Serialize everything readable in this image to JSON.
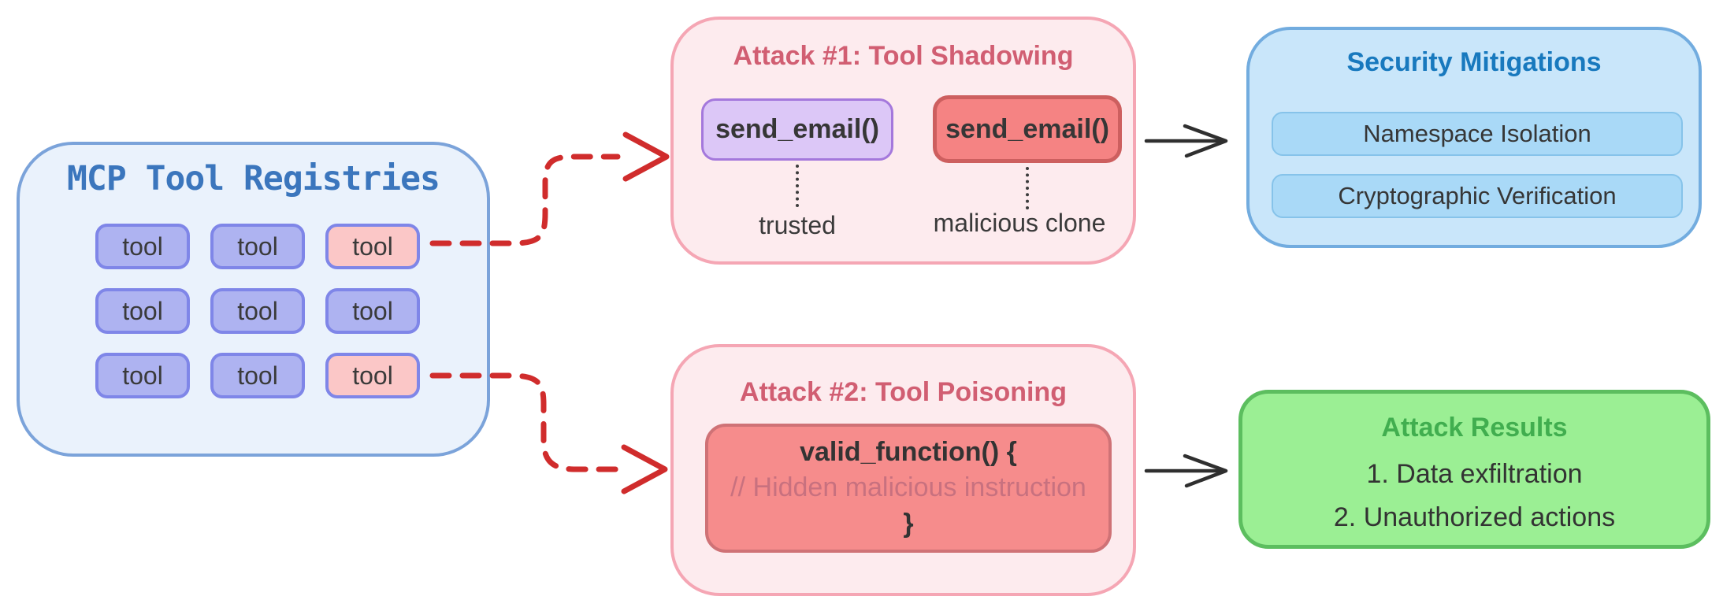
{
  "colors": {
    "arrow_red": "#d02c2c",
    "arrow_black": "#2f2f2f",
    "registry_accent": "#3b76bd",
    "attack_accent": "#d15e72",
    "mitigation_accent": "#1879be",
    "results_accent": "#41ae4f"
  },
  "registries": {
    "title": "MCP Tool Registries",
    "tools": [
      {
        "label": "tool",
        "variant": "normal"
      },
      {
        "label": "tool",
        "variant": "normal"
      },
      {
        "label": "tool",
        "variant": "compromised"
      },
      {
        "label": "tool",
        "variant": "normal"
      },
      {
        "label": "tool",
        "variant": "normal"
      },
      {
        "label": "tool",
        "variant": "normal"
      },
      {
        "label": "tool",
        "variant": "normal"
      },
      {
        "label": "tool",
        "variant": "normal"
      },
      {
        "label": "tool",
        "variant": "compromised"
      }
    ]
  },
  "attack1": {
    "title": "Attack #1: Tool Shadowing",
    "trusted_tool": {
      "label": "send_email()",
      "caption": "trusted"
    },
    "malicious_tool": {
      "label": "send_email()",
      "caption": "malicious clone"
    }
  },
  "mitigations": {
    "title": "Security Mitigations",
    "items": [
      "Namespace Isolation",
      "Cryptographic Verification"
    ]
  },
  "attack2": {
    "title": "Attack #2: Tool Poisoning",
    "code": {
      "line1": "valid_function() {",
      "line2": "// Hidden malicious instruction",
      "line3": "}"
    }
  },
  "results": {
    "title": "Attack Results",
    "items": [
      "1. Data exfiltration",
      "2. Unauthorized actions"
    ]
  }
}
